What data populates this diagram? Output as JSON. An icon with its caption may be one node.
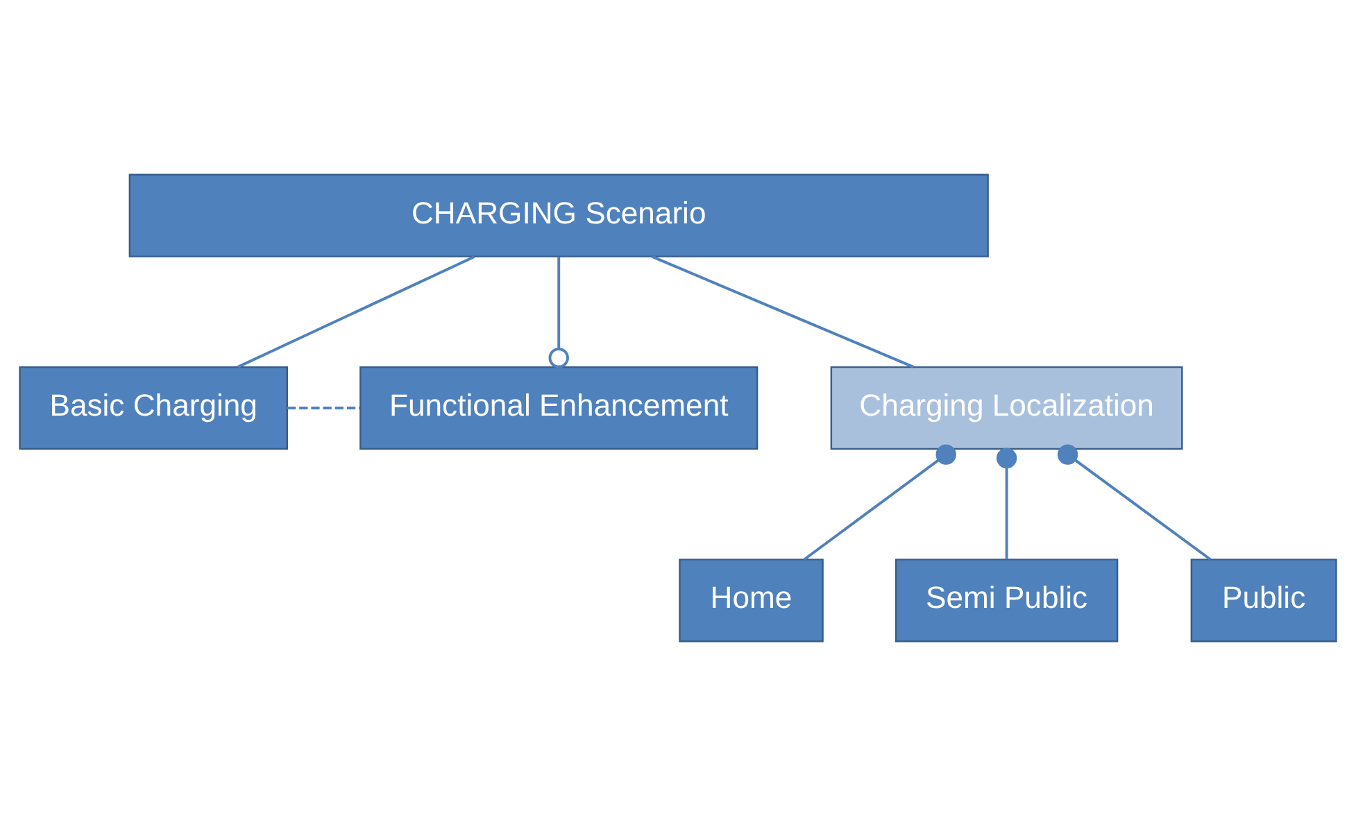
{
  "diagram": {
    "nodes": [
      {
        "text": [
          "CHARGING Scenario"
        ]
      },
      {
        "text": [
          "Basic Charging"
        ]
      },
      {
        "text": [
          "Functional Enhancement"
        ]
      },
      {
        "text": [
          "Charging Localization"
        ]
      },
      {
        "text": [
          "Home"
        ]
      },
      {
        "text": [
          "Semi Public"
        ]
      },
      {
        "text": [
          "Public"
        ]
      }
    ],
    "edges": [
      {
        "from": 0,
        "to": 1,
        "arrow": "none"
      },
      {
        "from": 0,
        "to": 2,
        "arrow": "other"
      },
      {
        "from": 0,
        "to": 3,
        "arrow": "none"
      },
      {
        "from": 1,
        "to": 2,
        "arrow": "none",
        "style": "dashed"
      },
      {
        "from": 3,
        "to": 4,
        "arrow": "other"
      },
      {
        "from": 3,
        "to": 5,
        "arrow": "other"
      },
      {
        "from": 3,
        "to": 6,
        "arrow": "other"
      }
    ]
  }
}
